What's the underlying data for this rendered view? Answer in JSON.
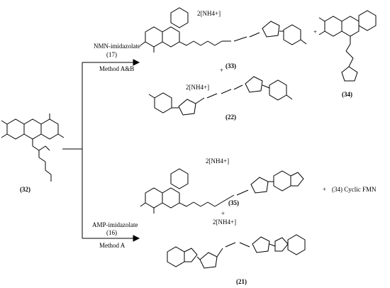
{
  "scheme": {
    "starting_material": {
      "number": "(32)"
    },
    "branch_top": {
      "reagent": "NMN-imidazolate",
      "reagent_number": "(17)",
      "method": "Method A&B"
    },
    "branch_bottom": {
      "reagent": "AMP-imidazolate",
      "reagent_number": "(16)",
      "method": "Method A"
    },
    "products_top": [
      {
        "number": "(33)",
        "counterion": "2[NH4+]"
      },
      {
        "number": "(34)"
      },
      {
        "number": "(22)",
        "counterion": "2[NH4+]"
      }
    ],
    "products_middle": [
      {
        "number": "(35)",
        "counterion": "2[NH4+]"
      },
      {
        "number": "(21)",
        "counterion": "2[NH4+]"
      }
    ],
    "side_product_text": "(34) Cyclic FMN",
    "plus": "+"
  }
}
